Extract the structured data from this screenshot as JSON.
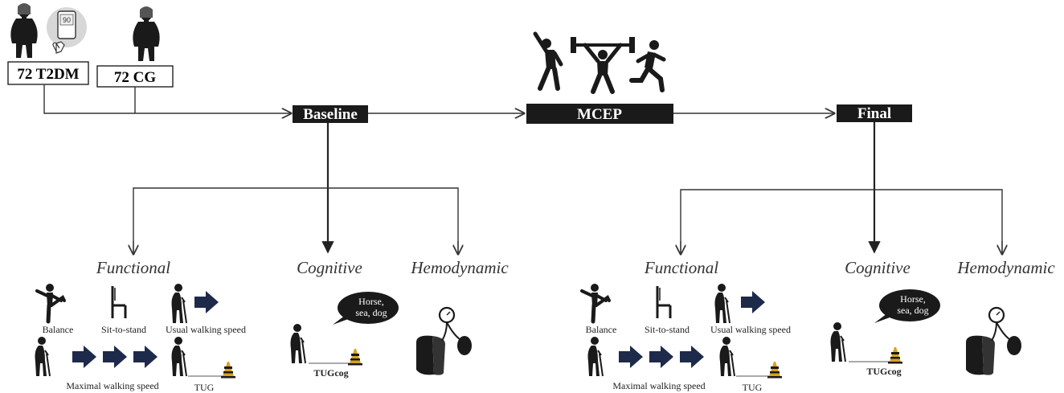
{
  "groups": {
    "t2dm": "72 T2DM",
    "cg": "72 CG",
    "glucometer_reading": "90"
  },
  "stages": {
    "baseline": "Baseline",
    "intervention": "MCEP",
    "final": "Final"
  },
  "categories": {
    "functional": "Functional",
    "cognitive": "Cognitive",
    "hemodynamic": "Hemodynamic"
  },
  "tests": {
    "balance": "Balance",
    "sit_to_stand": "Sit-to-stand",
    "usual_walking_speed": "Usual walking speed",
    "maximal_walking_speed": "Maximal walking speed",
    "tug": "TUG",
    "tugcog": "TUGcog",
    "bubble_line1": "Horse,",
    "bubble_line2": "sea, dog"
  },
  "colors": {
    "dark_box": "#1a1a1a",
    "line": "#333333",
    "arrow_fill": "#1e2a4a",
    "cone": "#d9a21b"
  }
}
